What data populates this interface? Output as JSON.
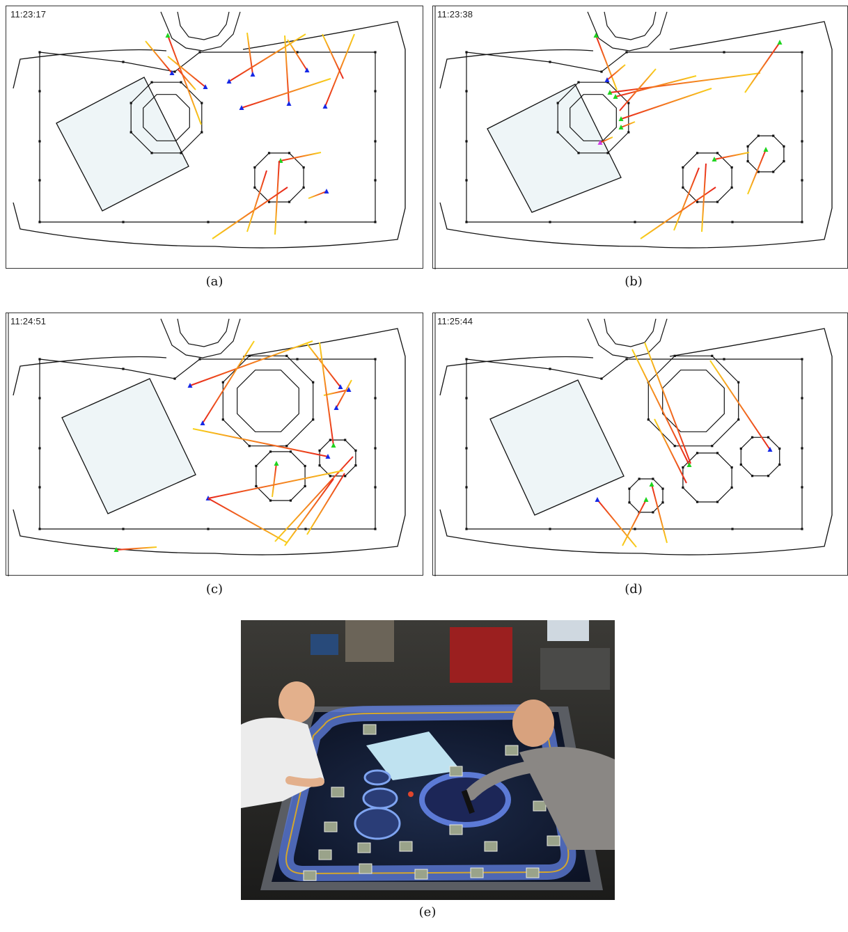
{
  "panels": [
    {
      "timestamp": "11:23:17",
      "caption": "(a)"
    },
    {
      "timestamp": "11:23:38",
      "caption": "(b)"
    },
    {
      "timestamp": "11:24:51",
      "caption": "(c)"
    },
    {
      "timestamp": "11:25:44",
      "caption": "(d)"
    }
  ],
  "photo": {
    "caption": "(e)"
  },
  "colors": {
    "stroke_red": "#e8261a",
    "stroke_orange": "#f4801f",
    "stroke_yellow": "#f8d21a",
    "marker_green": "#1fd41f",
    "marker_blue": "#1628e6",
    "marker_magenta": "#d23ce6",
    "workspace_fill": "#eef5f7"
  }
}
